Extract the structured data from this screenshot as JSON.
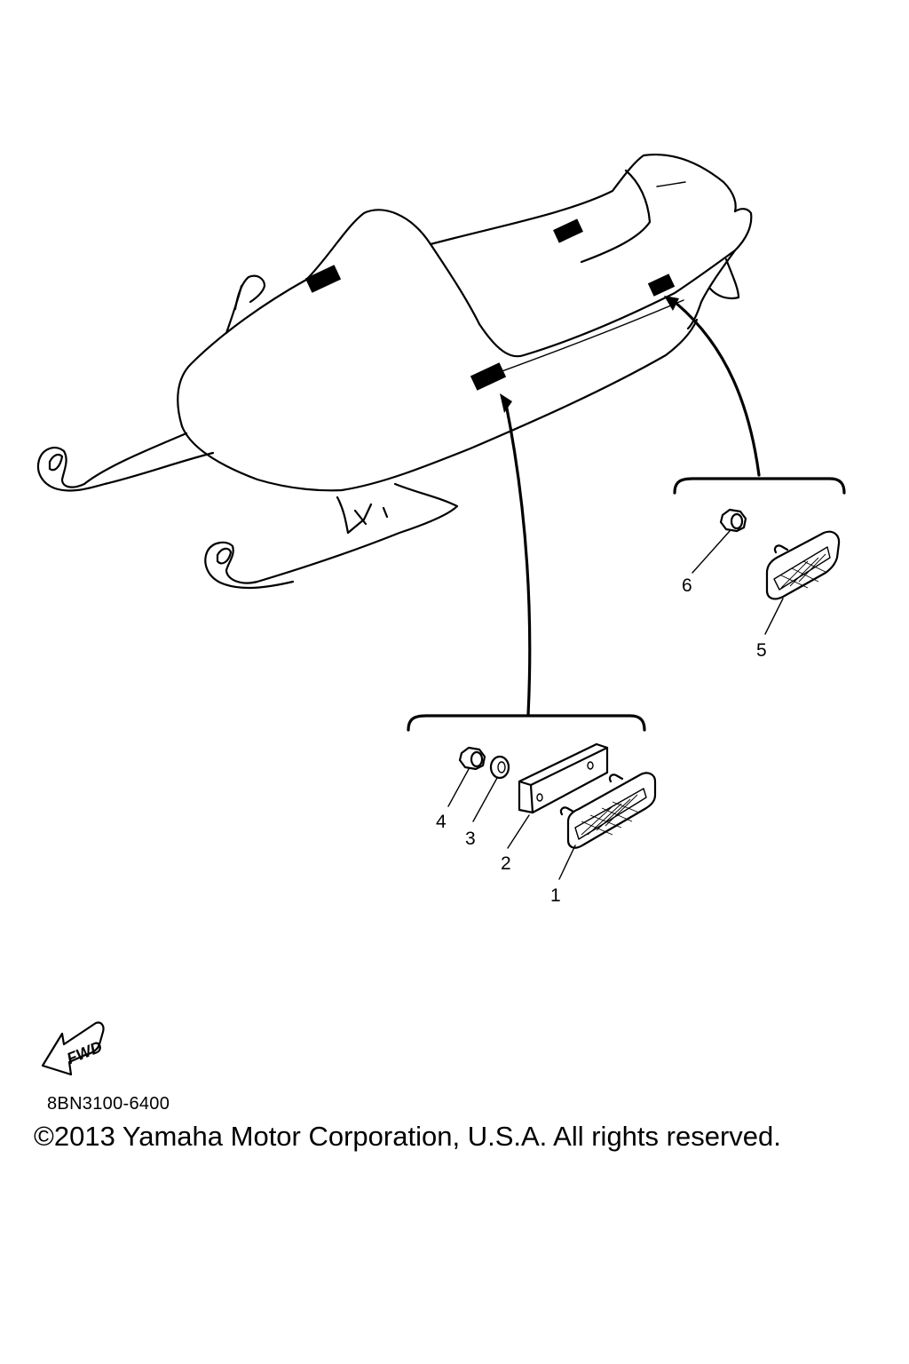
{
  "callouts": [
    {
      "id": "1",
      "label": "1"
    },
    {
      "id": "2",
      "label": "2"
    },
    {
      "id": "3",
      "label": "3"
    },
    {
      "id": "4",
      "label": "4"
    },
    {
      "id": "5",
      "label": "5"
    },
    {
      "id": "6",
      "label": "6"
    }
  ],
  "fwd_indicator": {
    "label": "FWD"
  },
  "part_code": "8BN3100-6400",
  "copyright": "©2013 Yamaha Motor Corporation, U.S.A. All rights reserved."
}
